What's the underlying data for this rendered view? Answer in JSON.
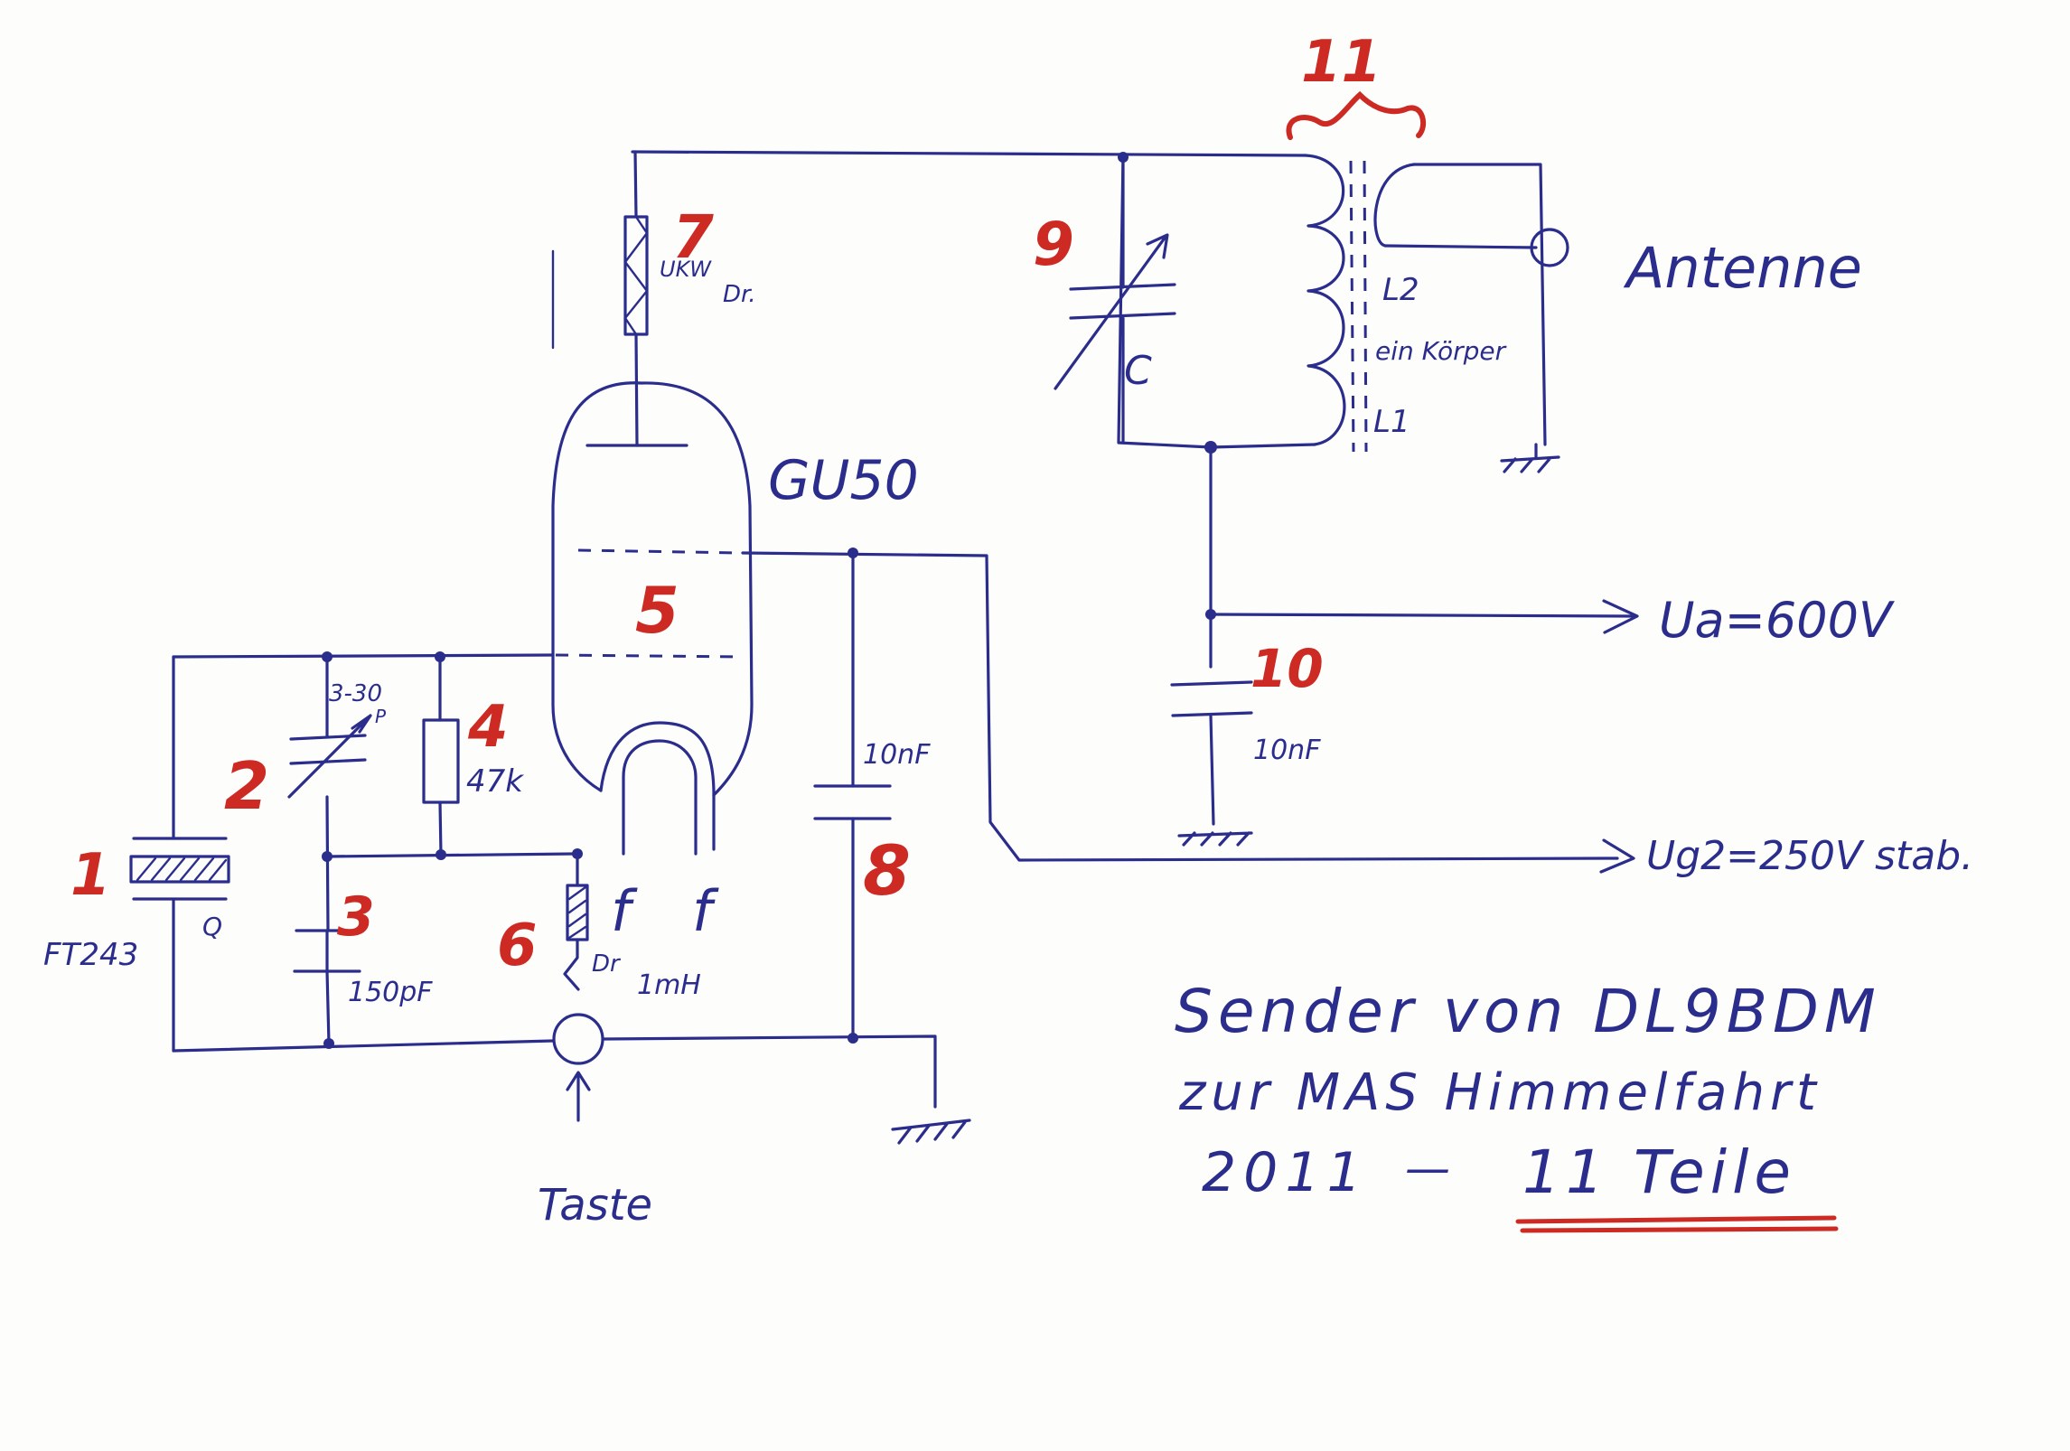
{
  "part_numbers": [
    "1",
    "2",
    "3",
    "4",
    "5",
    "6",
    "7",
    "8",
    "9",
    "10",
    "11"
  ],
  "labels": {
    "crystal_type": "FT243",
    "crystal_symbol": "Q",
    "trimmer_value": "3-30",
    "trimmer_unit": "P",
    "resistor_value": "47k",
    "cap3_value": "150pF",
    "choke_grid_prefix": "Dr",
    "choke_grid_value": "1mH",
    "filament_left": "f",
    "filament_right": "f",
    "tube_type": "GU50",
    "key": "Taste",
    "choke_anode_1": "UKW",
    "choke_anode_2": "Dr.",
    "cap9_label": "C",
    "coil_l2": "L2",
    "coil_l1": "L1",
    "coil_note": "ein Körper",
    "antenna": "Antenne",
    "ua": "Ua=600V",
    "ug2": "Ug2=250V stab.",
    "cap8_value": "10nF",
    "cap10_value": "10nF"
  },
  "footer": {
    "line1": "Sender von DL9BDM",
    "line2": "zur MAS Himmelfahrt",
    "line3_year": "2011",
    "line3_dash": "—",
    "line3_parts": "11 Teile"
  },
  "colors": {
    "ink": "#2b2d8c",
    "marker": "#cc2a22",
    "paper": "#fdfdfb"
  }
}
